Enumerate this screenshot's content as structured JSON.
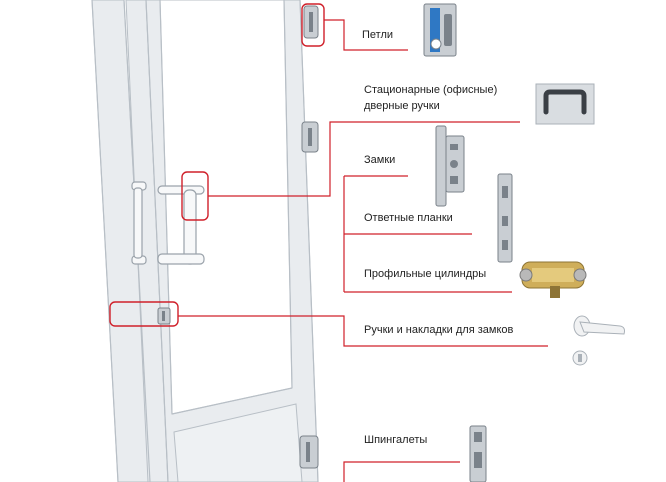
{
  "colors": {
    "callout_line": "#d0202a",
    "frame": "#e9ecef",
    "frame_edge": "#b8bfc6",
    "glass": "#ffffff",
    "metal": "#c9ced3",
    "metal_dark": "#7a828a"
  },
  "labels": {
    "hinges": "Петли",
    "office_handles": "Стационарные (офисные)\nдверные ручки",
    "locks": "Замки",
    "strike_plates": "Ответные планки",
    "cylinders": "Профильные цилиндры",
    "lock_handles": "Ручки и накладки для замков",
    "espagnolettes": "Шпингалеты"
  },
  "icons": {
    "hinge": "hinge-icon",
    "office_handle": "office-handle-icon",
    "lock": "lock-body-icon",
    "strike_plate": "strike-plate-icon",
    "cylinder": "profile-cylinder-icon",
    "lever_handle": "lever-handle-icon",
    "espagnolette": "espagnolette-icon"
  }
}
